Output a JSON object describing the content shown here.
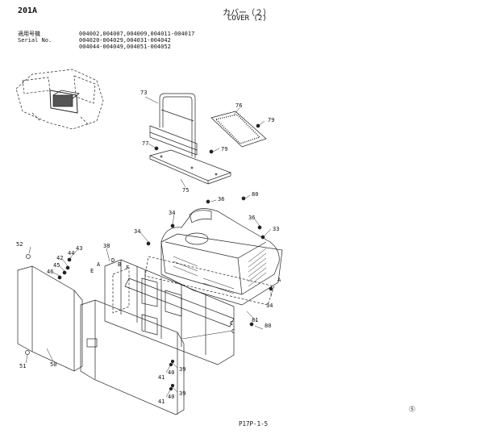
{
  "header": {
    "doc_id": "201A",
    "title_jp": "カバー（２）",
    "title_en": "COVER (2)",
    "serial_rows": [
      {
        "label": "適用号機",
        "value": "004002,004007,004009,004011-004017"
      },
      {
        "label": "Serial No.",
        "value": "004020-004029,004031-004042"
      },
      {
        "label": "",
        "value": "004044-004049,004051-004052"
      }
    ]
  },
  "callouts": {
    "c73": "73",
    "c76": "76",
    "c79a": "79",
    "c77": "77",
    "c79b": "79",
    "c75": "75",
    "c80a": "80",
    "c36a": "36",
    "c34a": "34",
    "c36b": "36",
    "c33": "33",
    "c34b": "34",
    "c34c": "34",
    "c52": "52",
    "c43": "43",
    "c44": "44",
    "c42": "42",
    "c45": "45",
    "c46": "46",
    "c38": "38",
    "c51": "51",
    "c50": "50",
    "c81": "81",
    "c80b": "80",
    "c41a": "41",
    "c40a": "40",
    "c39a": "39",
    "c41b": "41",
    "c40b": "40",
    "c39b": "39",
    "lA": "A",
    "lB": "B",
    "lC": "C",
    "lD": "D",
    "lE": "E",
    "lF": "F",
    "lC2": "C",
    "lA2": "A"
  },
  "footer": {
    "mark": "Ⓢ",
    "page_code": "P17P-1-5"
  }
}
